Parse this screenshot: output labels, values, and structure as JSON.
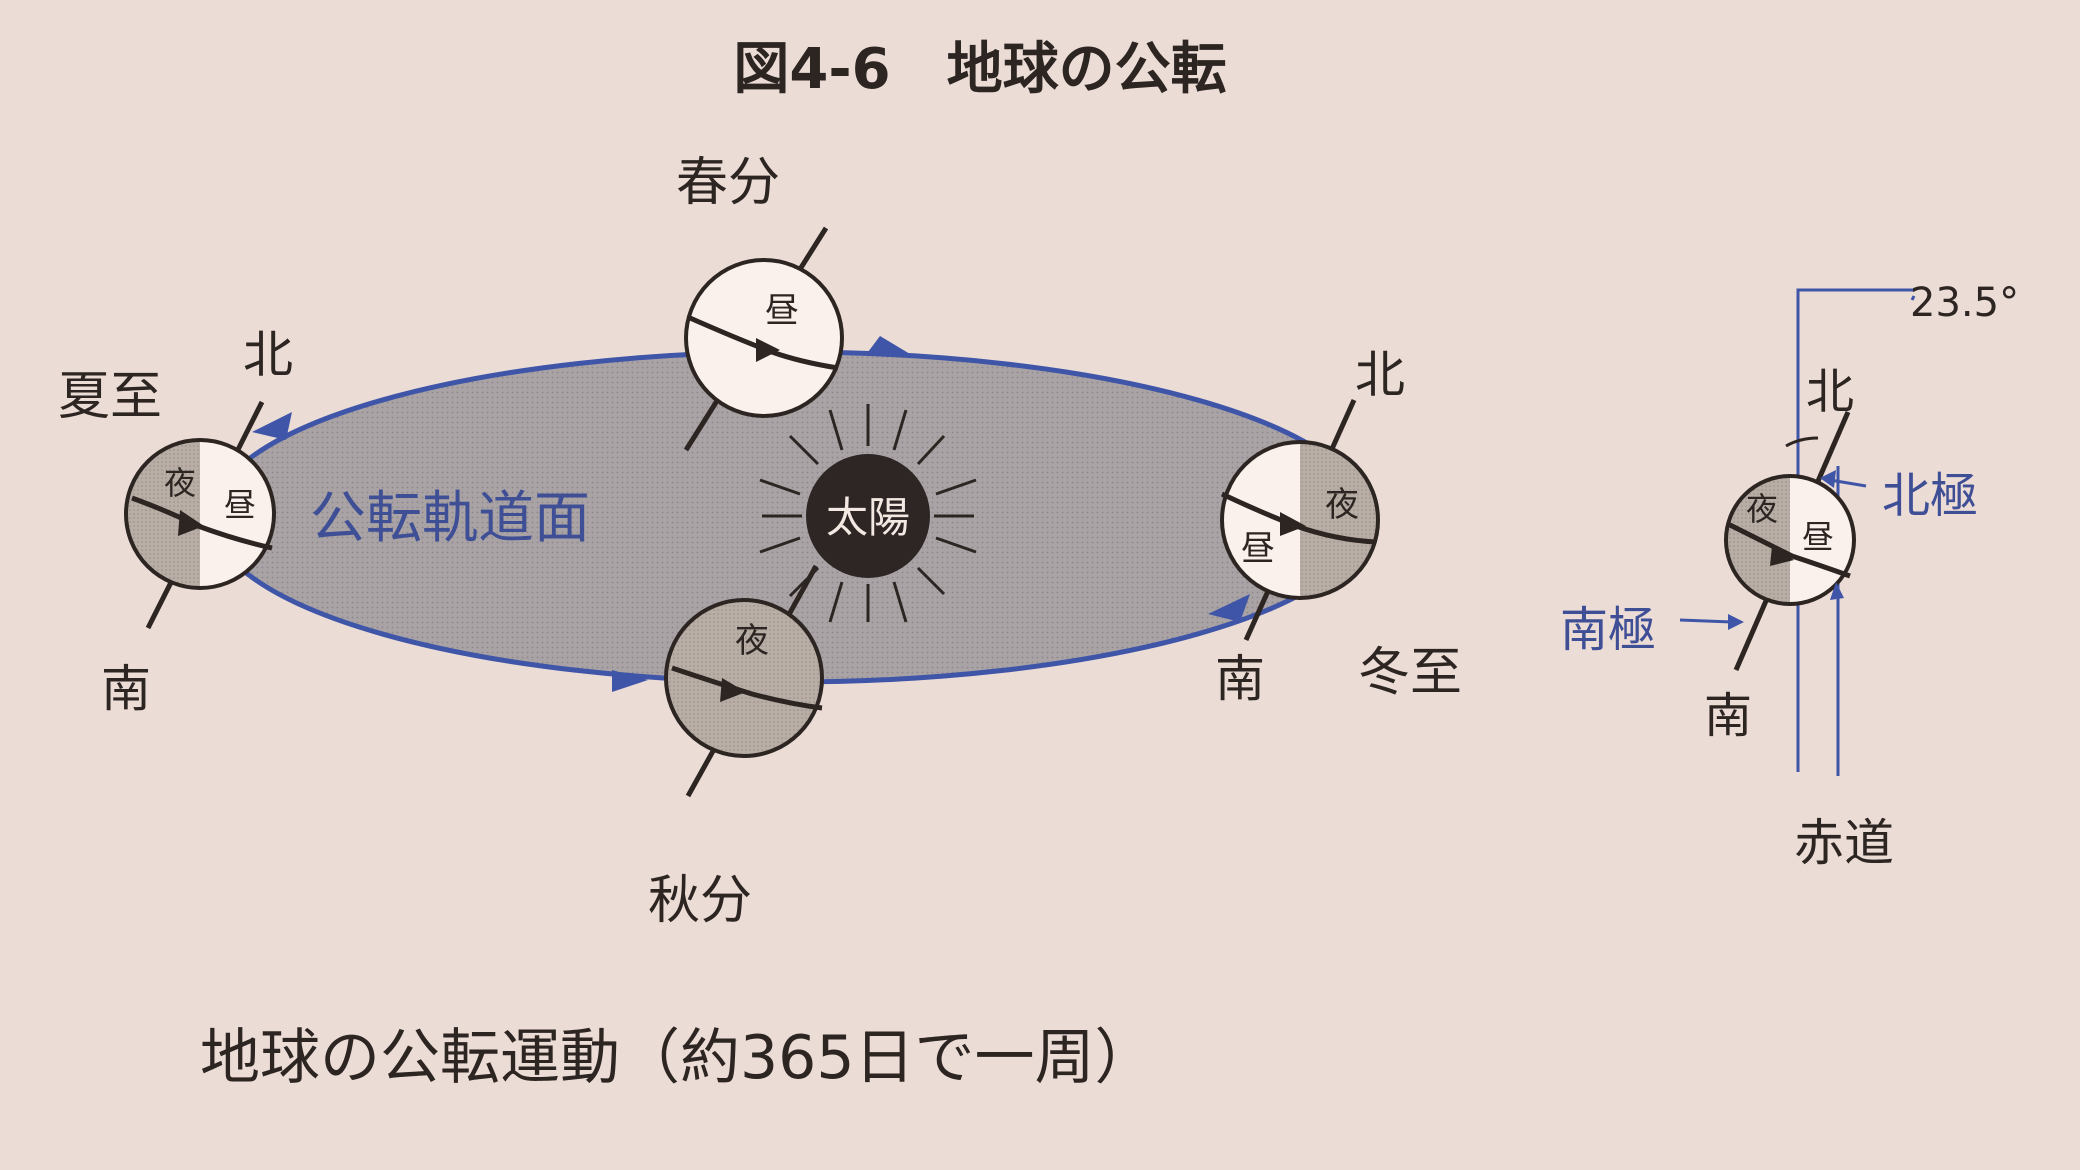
{
  "figure": {
    "title": "図4-6　地球の公転",
    "caption": "地球の公転運動（約365日で一周）"
  },
  "orbit": {
    "plane_label": "公転軌道面",
    "sun_label": "太陽"
  },
  "positions": {
    "summer": {
      "name": "夏至",
      "north": "北",
      "south": "南",
      "night": "夜",
      "day": "昼"
    },
    "spring": {
      "name": "春分",
      "night": "",
      "day": "昼"
    },
    "autumn": {
      "name": "秋分",
      "night": "夜",
      "day": ""
    },
    "winter": {
      "name": "冬至",
      "north": "北",
      "south": "南",
      "night": "夜",
      "day": "昼"
    }
  },
  "tilt_detail": {
    "angle": "23.5°",
    "north": "北",
    "south": "南",
    "north_pole": "北極",
    "south_pole": "南極",
    "equator": "赤道",
    "night": "夜",
    "day": "昼"
  },
  "colors": {
    "page": "#ecdcd6",
    "orbit_fill": "#a7a2a5",
    "orbit_edge": "#3f55a8",
    "ink": "#2c2522",
    "label_blue": "#3f4f96",
    "night_shade": "#b6aca4",
    "day_face": "#fbf1ec"
  }
}
